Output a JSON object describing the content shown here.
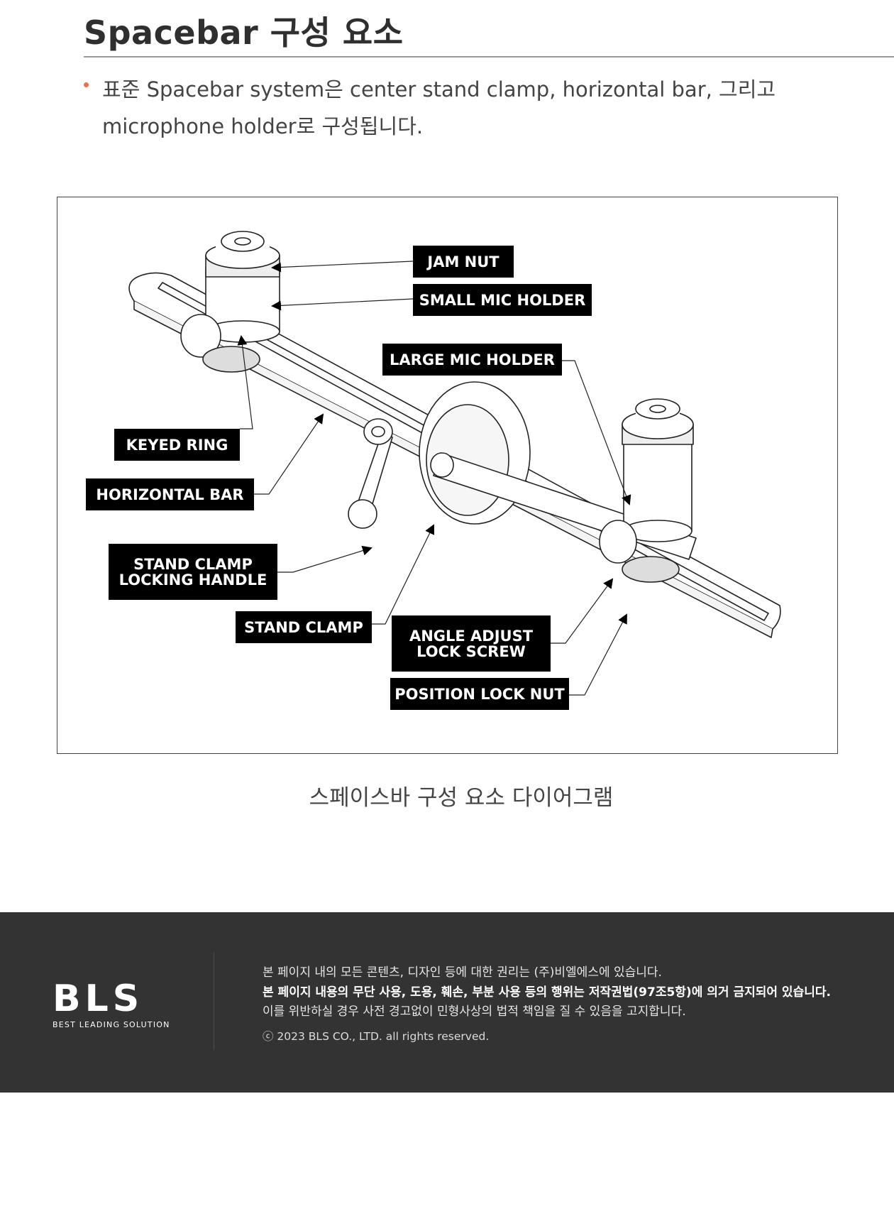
{
  "header": {
    "title": "Spacebar 구성 요소"
  },
  "intro": {
    "bullet_text": "표준 Spacebar system은 center stand clamp, horizontal bar, 그리고 microphone holder로 구성됩니다."
  },
  "diagram": {
    "labels": {
      "jam_nut": "JAM NUT",
      "small_mic_holder": "SMALL MIC HOLDER",
      "large_mic_holder": "LARGE MIC HOLDER",
      "keyed_ring": "KEYED RING",
      "horizontal_bar": "HORIZONTAL BAR",
      "stand_clamp_locking_handle": "STAND CLAMP\nLOCKING HANDLE",
      "stand_clamp": "STAND CLAMP",
      "angle_adjust_lock_screw": "ANGLE ADJUST\nLOCK SCREW",
      "position_lock_nut": "POSITION LOCK NUT"
    },
    "caption": "스페이스바 구성 요소 다이어그램"
  },
  "footer": {
    "logo_text": "BLS",
    "logo_tagline": "BEST LEADING SOLUTION",
    "line1": "본 페이지 내의 모든 콘텐츠, 디자인 등에 대한 권리는 (주)비엘에스에 있습니다.",
    "line2": "본 페이지 내용의 무단 사용, 도용, 훼손, 부분 사용 등의 행위는 저작권법(97조5항)에 의거 금지되어 있습니다.",
    "line3": "이를 위반하실 경우 사전 경고없이 민형사상의 법적 책임을 질 수 있음을 고지합니다.",
    "copyright": "ⓒ 2023 BLS CO., LTD. all rights reserved."
  },
  "colors": {
    "bullet_accent": "#e8734a",
    "footer_bg": "#333333",
    "callout_bg": "#000000"
  }
}
